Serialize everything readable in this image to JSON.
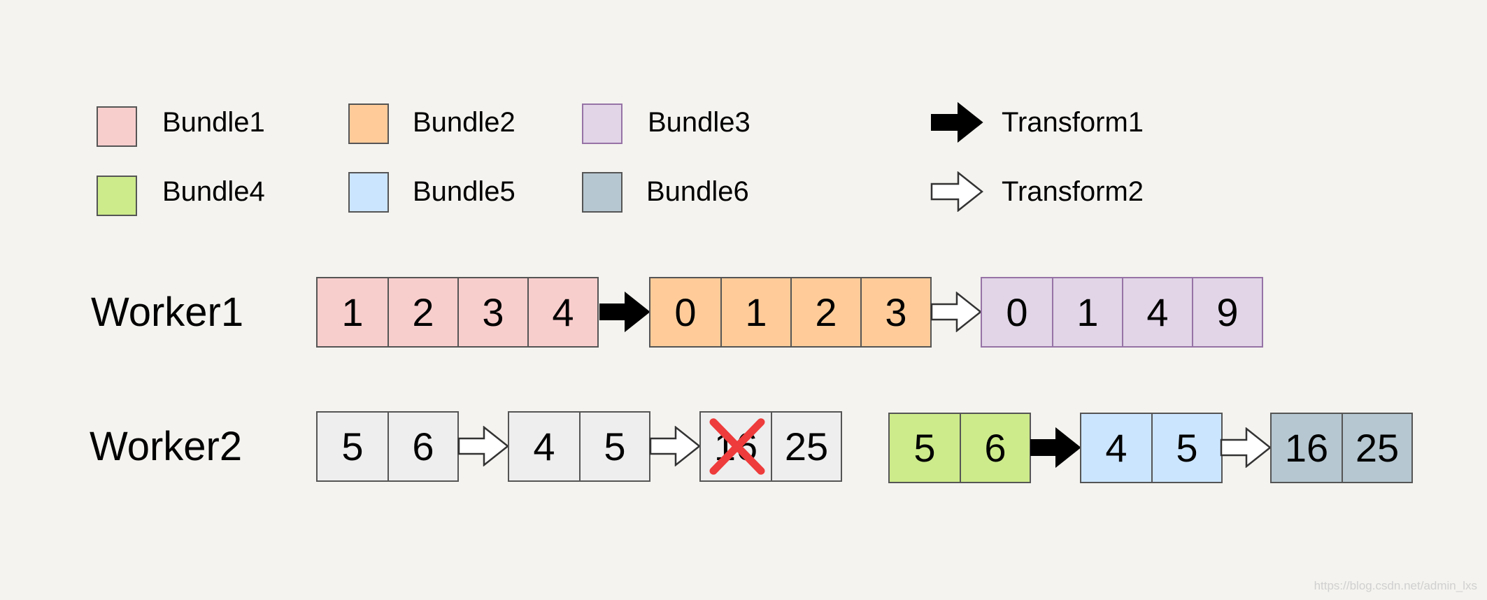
{
  "legend": {
    "bundles": [
      {
        "label": "Bundle1",
        "color": "#f8cecc"
      },
      {
        "label": "Bundle2",
        "color": "#ffcc99"
      },
      {
        "label": "Bundle3",
        "color": "#e1d5e7"
      },
      {
        "label": "Bundle4",
        "color": "#cdeb8b"
      },
      {
        "label": "Bundle5",
        "color": "#cce5ff"
      },
      {
        "label": "Bundle6",
        "color": "#b6c7d1"
      }
    ],
    "transforms": [
      {
        "label": "Transform1",
        "icon": "filled-arrow-icon"
      },
      {
        "label": "Transform2",
        "icon": "hollow-arrow-icon"
      }
    ]
  },
  "workers": [
    {
      "label": "Worker1",
      "bundles": [
        {
          "values": [
            "1",
            "2",
            "3",
            "4"
          ],
          "color": "#f8cecc"
        },
        {
          "values": [
            "0",
            "1",
            "2",
            "3"
          ],
          "color": "#ffcc99"
        },
        {
          "values": [
            "0",
            "1",
            "4",
            "9"
          ],
          "color": "#e1d5e7"
        }
      ]
    },
    {
      "label": "Worker2",
      "bundles": [
        {
          "values": [
            "5",
            "6"
          ],
          "color": "#eeeeee"
        },
        {
          "values": [
            "4",
            "5"
          ],
          "color": "#eeeeee"
        },
        {
          "values": [
            "16",
            "25"
          ],
          "color": "#eeeeee",
          "crossed_out": "16"
        },
        {
          "values": [
            "5",
            "6"
          ],
          "color": "#cdeb8b"
        },
        {
          "values": [
            "4",
            "5"
          ],
          "color": "#cce5ff"
        },
        {
          "values": [
            "16",
            "25"
          ],
          "color": "#b6c7d1"
        }
      ]
    }
  ],
  "watermark": "https://blog.csdn.net/admin_lxs"
}
